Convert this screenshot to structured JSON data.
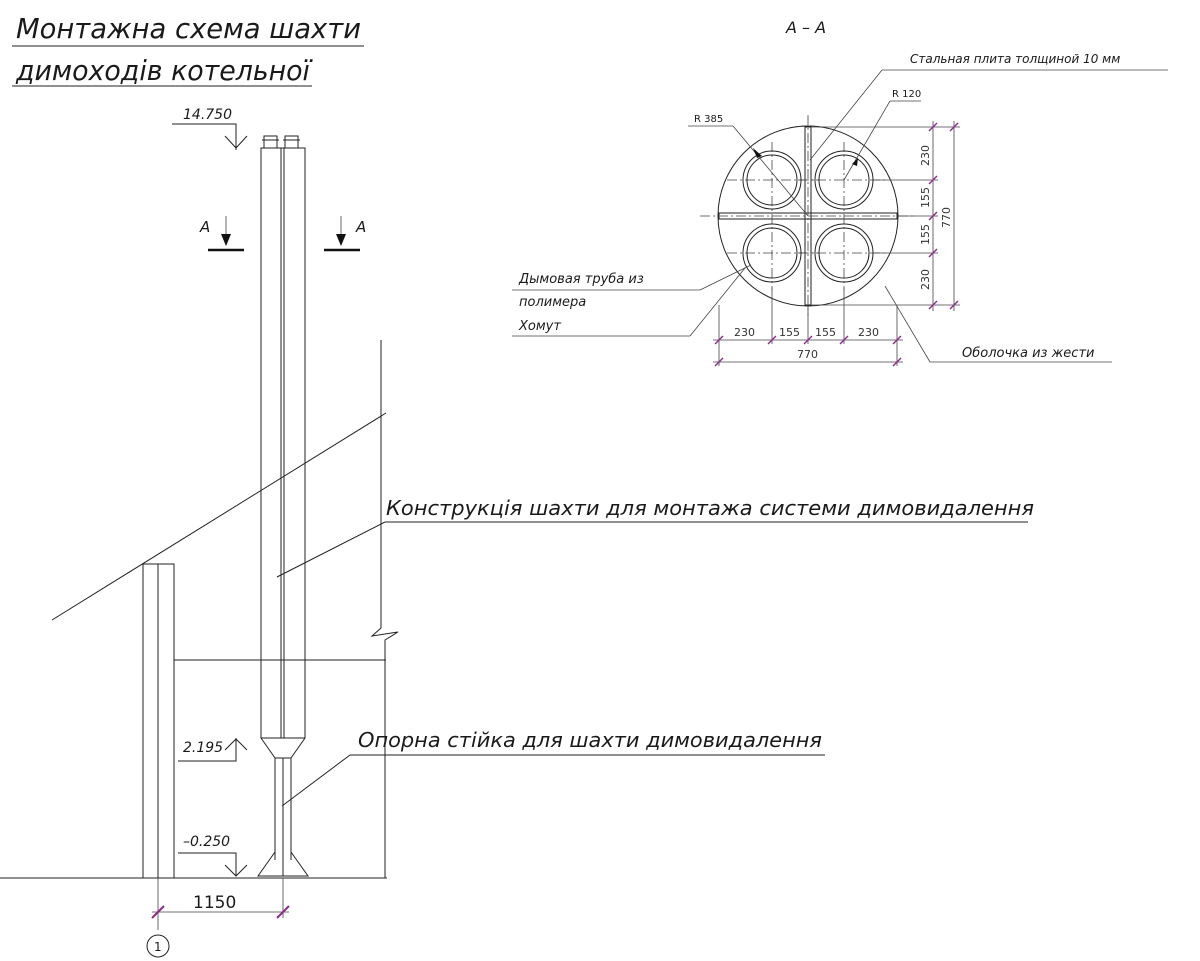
{
  "title_line1": "Монтажна схема шахти",
  "title_line2": "димоходів котельної",
  "section_label": "А – А",
  "section_marker_left": "А",
  "section_marker_right": "А",
  "elevations": {
    "top": "14.750",
    "mid": "2.195",
    "bottom": "–0.250"
  },
  "dimension_bottom": "1150",
  "axis_label": "1",
  "callouts": {
    "shaft_construction": "Конструкція шахти для монтажа системи димовидалення",
    "support_post": "Опорна стійка для шахти димовидалення"
  },
  "plan": {
    "steel_plate": "Стальная плита толщиной 10 мм",
    "radius_outer": "R 385",
    "radius_pipe": "R 120",
    "smoke_pipe_line1": "Дымовая труба из",
    "smoke_pipe_line2": "полимера",
    "clamp": "Хомут",
    "shell": "Оболочка из жести",
    "dims_h": [
      "230",
      "155",
      "155",
      "230"
    ],
    "dims_v": [
      "230",
      "155",
      "155",
      "230"
    ],
    "total_h": "770",
    "total_v": "770"
  },
  "colors": {
    "axis_tick": "#8e2a8e"
  }
}
